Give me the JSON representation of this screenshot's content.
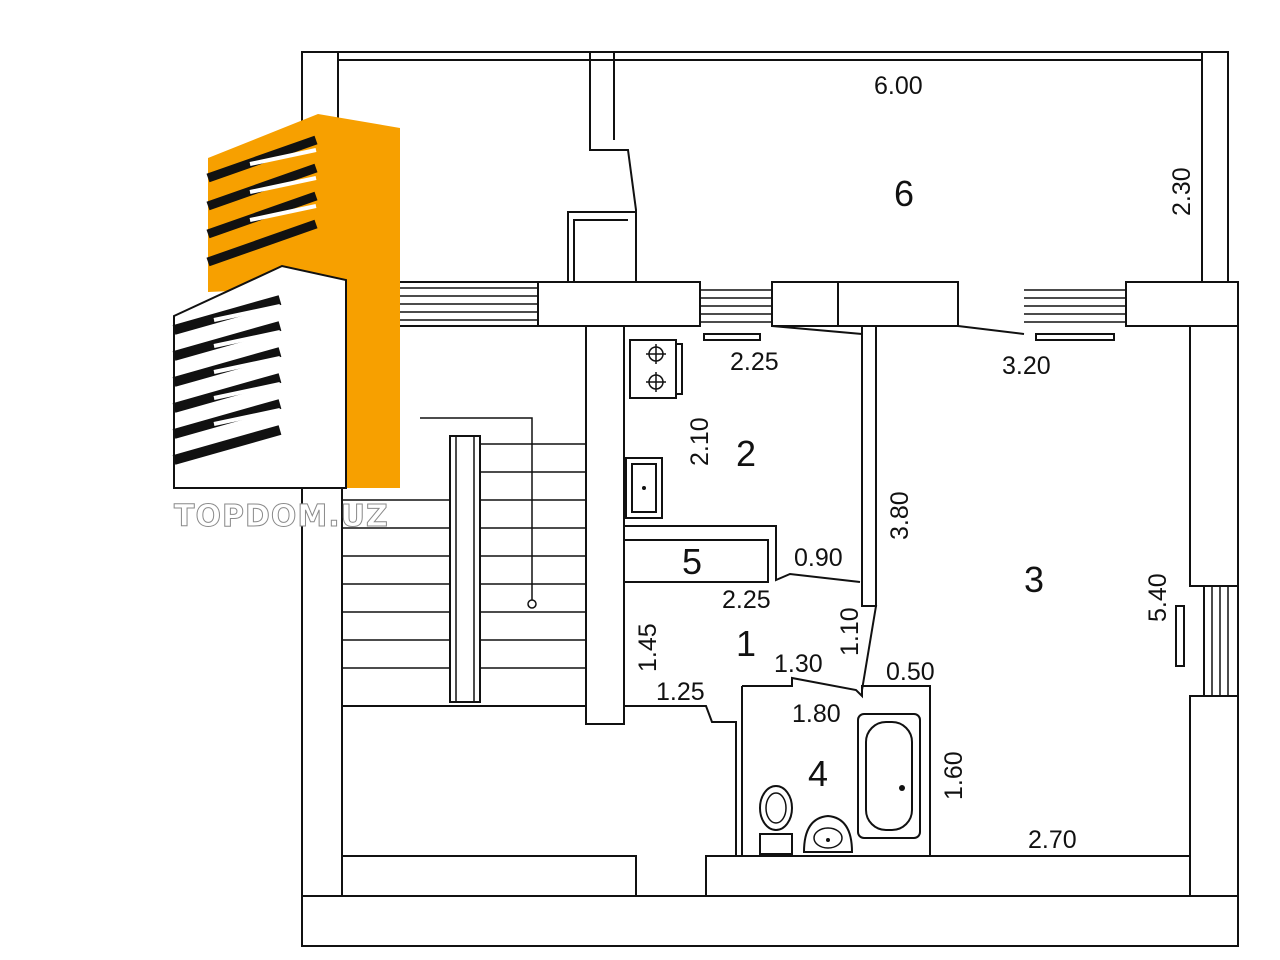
{
  "brand": {
    "name": "TOPDOM.UZ",
    "colors": {
      "orange": "#f7a000",
      "dark": "#111111",
      "white": "#ffffff"
    }
  },
  "rooms": [
    {
      "id": "1",
      "label": "1"
    },
    {
      "id": "2",
      "label": "2"
    },
    {
      "id": "3",
      "label": "3"
    },
    {
      "id": "4",
      "label": "4"
    },
    {
      "id": "5",
      "label": "5"
    },
    {
      "id": "6",
      "label": "6"
    }
  ],
  "dimensions": {
    "balcony_length": "6.00",
    "balcony_width": "2.30",
    "kitchen_width": "2.25",
    "kitchen_depth": "2.10",
    "living_width": "3.20",
    "living_side": "3.80",
    "living_length": "5.40",
    "living_bottom": "2.70",
    "storage_width": "2.25",
    "corridor_step": "0.90",
    "corridor_side": "1.10",
    "hall_height": "1.45",
    "hall_width": "1.25",
    "hall_door": "1.30",
    "hall_step": "0.50",
    "bath_width": "1.80",
    "bath_depth": "1.60"
  }
}
